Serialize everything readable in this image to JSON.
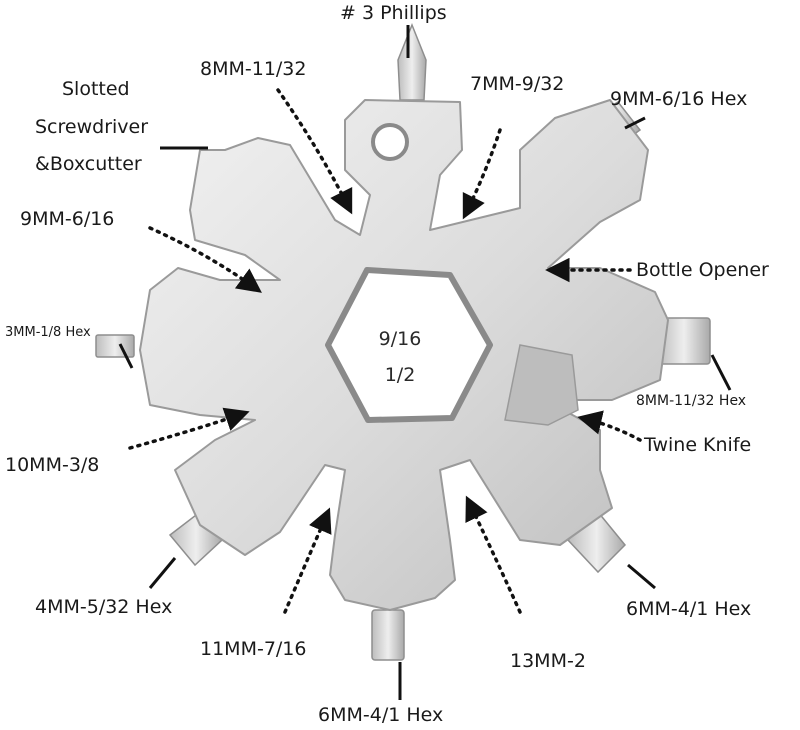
{
  "labels": {
    "phillips": "# 3 Phillips",
    "mm8_top": "8MM-11/32",
    "mm7": "7MM-9/32",
    "mm9_hex": "9MM-6/16 Hex",
    "slotted_1": "Slotted",
    "slotted_2": "Screwdriver",
    "slotted_3": "&Boxcutter",
    "mm9": "9MM-6/16",
    "bottle": "Bottle Opener",
    "mm3_hex": "3MM-1/8 Hex",
    "mm8_hex": "8MM-11/32 Hex",
    "mm10": "10MM-3/8",
    "twine": "Twine Knife",
    "mm4_hex": "4MM-5/32 Hex",
    "mm6_hex_right": "6MM-4/1 Hex",
    "mm11": "11MM-7/16",
    "mm13": "13MM-2",
    "mm6_hex_bottom": "6MM-4/1 Hex"
  },
  "center": {
    "line1": "9/16",
    "line2": "1/2"
  },
  "colors": {
    "metal": "#d9d9d9",
    "metal_dark": "#a8a8a8",
    "arrow": "#111111"
  }
}
